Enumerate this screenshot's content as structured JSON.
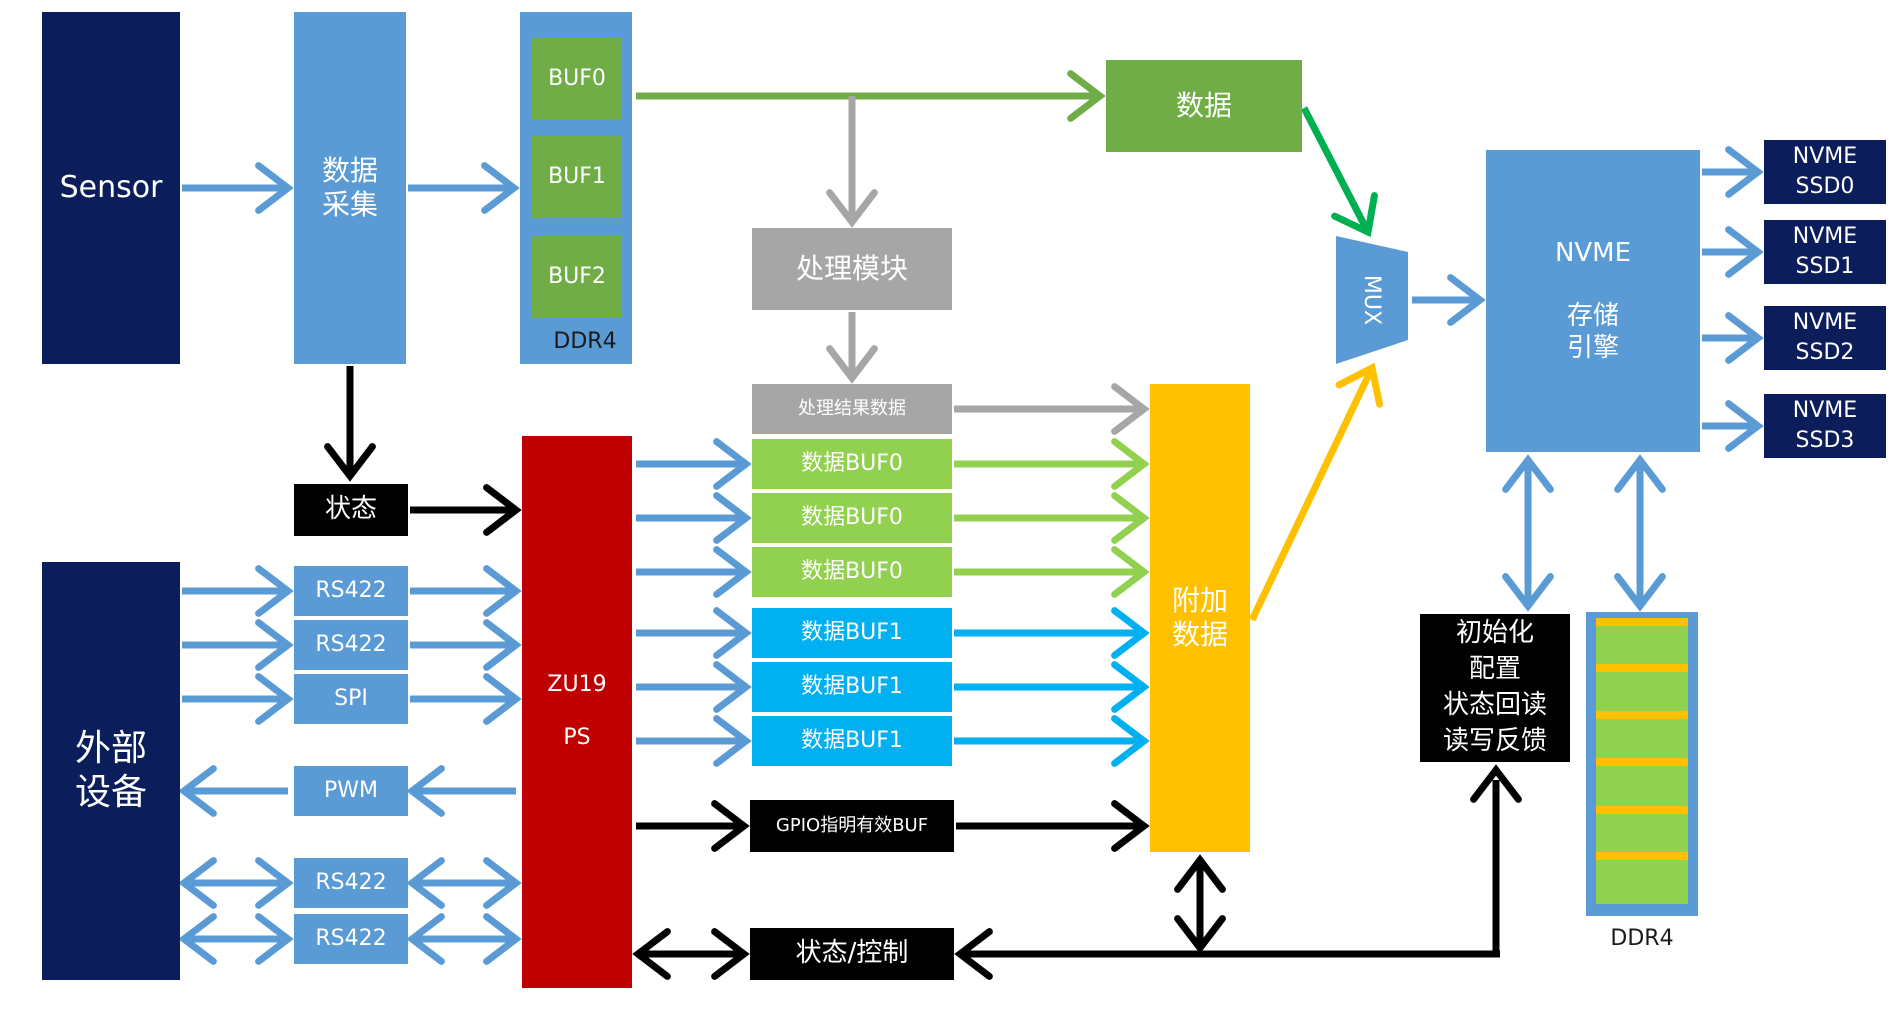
{
  "colors": {
    "navy": "#0b1e5b",
    "blue": "#5b9bd5",
    "green": "#70ad47",
    "light_green": "#92d050",
    "cyan": "#00b0f0",
    "grey": "#a6a6a6",
    "red": "#c00000",
    "yellow": "#ffc000",
    "black": "#000000",
    "dark_green_arrow": "#00b050"
  },
  "blocks": {
    "sensor": "Sensor",
    "data_acquisition": "数据\n采集",
    "buffers": [
      "BUF0",
      "BUF1",
      "BUF2"
    ],
    "ddr4_left_label": "DDR4",
    "data_box": "数据",
    "processing_module": "处理模块",
    "processing_result": "处理结果数据",
    "status": "状态",
    "external_device": "外部\n设备",
    "interfaces": [
      "RS422",
      "RS422",
      "SPI",
      "PWM",
      "RS422",
      "RS422"
    ],
    "zu19_ps": "ZU19\n\nPS",
    "data_bufs": [
      "数据BUF0",
      "数据BUF0",
      "数据BUF0",
      "数据BUF1",
      "数据BUF1",
      "数据BUF1"
    ],
    "gpio": "GPIO指明有效BUF",
    "status_control": "状态/控制",
    "additional_data": "附加\n数据",
    "mux": "MUX",
    "nvme_engine": "NVME\n\n存储\n引擎",
    "ssds": [
      "NVME\nSSD0",
      "NVME\nSSD1",
      "NVME\nSSD2",
      "NVME\nSSD3"
    ],
    "init_box": "初始化\n配置\n状态回读\n读写反馈",
    "ddr4_right_label": "DDR4"
  }
}
